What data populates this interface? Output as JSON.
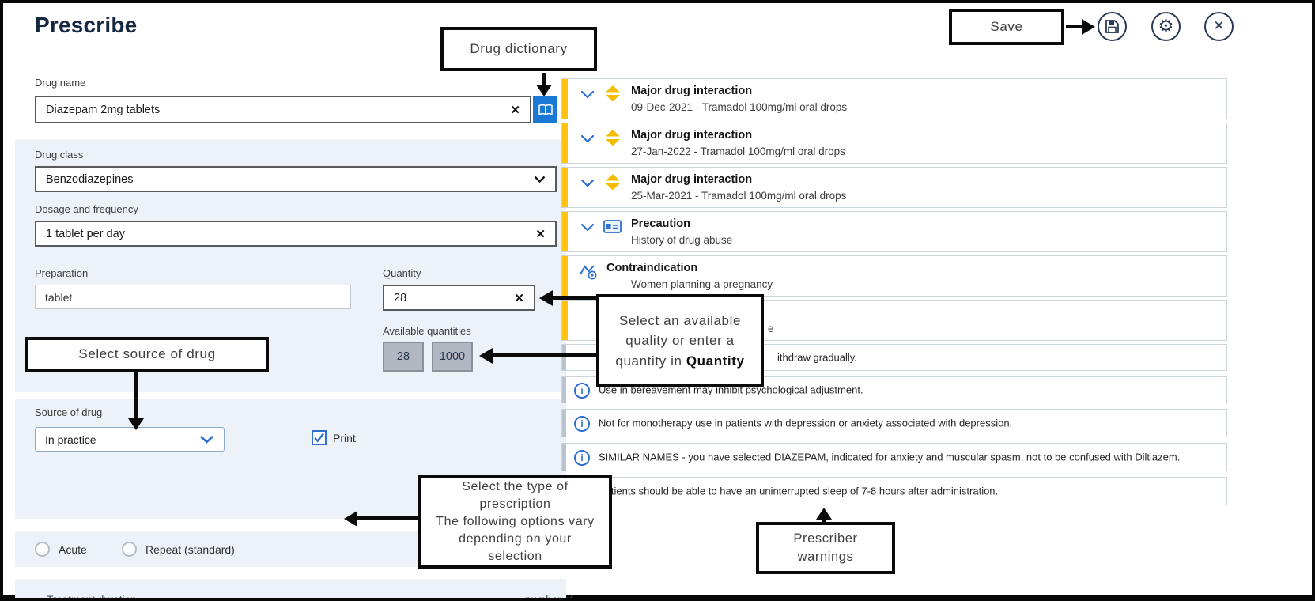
{
  "header": {
    "title": "Prescribe"
  },
  "icons": {
    "clear": "✕",
    "gear": "⚙",
    "close": "✕",
    "info": "i"
  },
  "colors": {
    "warning_yellow": "#ffc20e",
    "link_blue": "#2e6fd0",
    "panel_blue": "#ecf2f8",
    "title_navy": "#16283f"
  },
  "form": {
    "drug_name": {
      "label": "Drug name",
      "value": "Diazepam 2mg tablets"
    },
    "drug_class": {
      "label": "Drug class",
      "value": "Benzodiazepines"
    },
    "dosage": {
      "label": "Dosage and frequency",
      "value": "1 tablet per day"
    },
    "preparation": {
      "label": "Preparation",
      "value": "tablet"
    },
    "quantity": {
      "label": "Quantity",
      "value": "28"
    },
    "available_quantities": {
      "label": "Available quantities",
      "options": [
        "28",
        "1000"
      ]
    },
    "source_of_drug": {
      "label": "Source of drug",
      "value": "In practice"
    },
    "print_checkbox": {
      "label": "Print",
      "checked": true
    },
    "prescription_types": {
      "options": [
        "Acute",
        "Repeat (standard)"
      ]
    },
    "bottom_cutoff": {
      "left": "Treatment duration",
      "right": "number of"
    }
  },
  "warnings": {
    "cards": [
      {
        "title": "Major drug interaction",
        "detail": "09-Dec-2021 - Tramadol 100mg/ml oral drops"
      },
      {
        "title": "Major drug interaction",
        "detail": "27-Jan-2022 - Tramadol 100mg/ml oral drops"
      },
      {
        "title": "Major drug interaction",
        "detail": "25-Mar-2021 - Tramadol 100mg/ml oral drops"
      },
      {
        "title": "Precaution",
        "detail": "History of drug abuse"
      },
      {
        "title": "Contraindication",
        "detail": "Women planning a pregnancy"
      }
    ],
    "partial_fragments": [
      "e",
      "ithdraw gradually."
    ],
    "info": [
      "Use in bereavement may inhibit psychological adjustment.",
      "Not for monotherapy use in patients with depression or anxiety associated with depression.",
      "SIMILAR NAMES - you have selected DIAZEPAM, indicated for anxiety and muscular spasm, not to be confused with Diltiazem.",
      "Patients should be able to have an uninterrupted sleep of 7-8 hours after administration."
    ]
  },
  "callouts": {
    "drug_dictionary": {
      "text": "Drug dictionary"
    },
    "save": {
      "text": "Save"
    },
    "quantity": {
      "line1": "Select an available",
      "line2": "quality or enter a",
      "line3_prefix": "quantity in ",
      "line3_bold": "Quantity"
    },
    "source": {
      "text": "Select source of drug"
    },
    "prescription_type": {
      "lines": [
        "Select the type of",
        "prescription",
        "The following options vary",
        "depending on your",
        "selection"
      ]
    },
    "prescriber": {
      "lines": [
        "Prescriber",
        "warnings"
      ]
    }
  }
}
